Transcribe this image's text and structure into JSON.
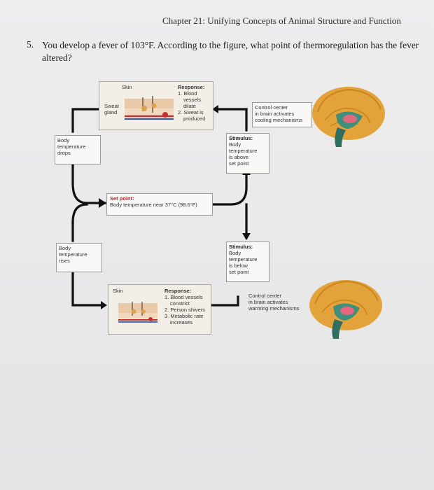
{
  "header": {
    "chapter_title": "Chapter 21: Unifying Concepts of Animal Structure and Function"
  },
  "question": {
    "number": "5.",
    "text": "You develop a fever of 103°F. According to the figure, what point of thermoregulation has the fever altered?"
  },
  "figure": {
    "top_response": {
      "skin_label": "Skin",
      "sweat_gland_label": "Sweat gland",
      "title": "Response:",
      "lines": [
        "1. Blood",
        "vessels",
        "dilate",
        "2. Sweat is",
        "produced"
      ]
    },
    "top_control": {
      "lines": [
        "Control center",
        "in brain activates",
        "cooling mechanisms"
      ]
    },
    "body_drops": {
      "lines": [
        "Body",
        "temperature",
        "drops"
      ]
    },
    "stimulus_above": {
      "title": "Stimulus:",
      "lines": [
        "Body",
        "temperature",
        "is above",
        "set point"
      ]
    },
    "set_point": {
      "title": "Set point:",
      "text": "Body temperature near 37°C (98.6°F)"
    },
    "body_rises": {
      "lines": [
        "Body",
        "temperature",
        "rises"
      ]
    },
    "stimulus_below": {
      "title": "Stimulus:",
      "lines": [
        "Body",
        "temperature",
        "is below",
        "set point"
      ]
    },
    "bottom_response": {
      "skin_label": "Skin",
      "title": "Response:",
      "lines": [
        "1. Blood vessels",
        "constrict",
        "2. Person shivers",
        "3. Metabolic rate",
        "increases"
      ]
    },
    "bottom_control": {
      "lines": [
        "Control center",
        "in brain activates",
        "warming mechanisms"
      ]
    },
    "colors": {
      "accent_red": "#b3262b",
      "brain_orange": "#e3a33a",
      "line_black": "#111111"
    }
  }
}
